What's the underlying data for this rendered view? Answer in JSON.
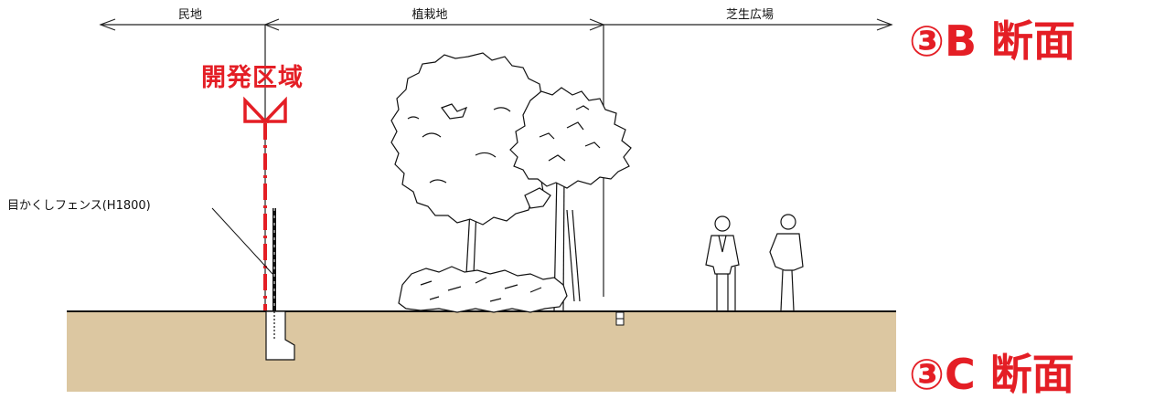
{
  "zones": {
    "private_land": "民地",
    "planting_area": "植栽地",
    "lawn_plaza": "芝生広場"
  },
  "development_area_label": "開発区域",
  "fence_label": "目かくしフェンス(H1800)",
  "section_titles": {
    "b": "③B 断面",
    "c": "③C 断面"
  },
  "colors": {
    "accent_red": "#e41e25",
    "ground": "#dcc7a1",
    "line": "#111111"
  }
}
